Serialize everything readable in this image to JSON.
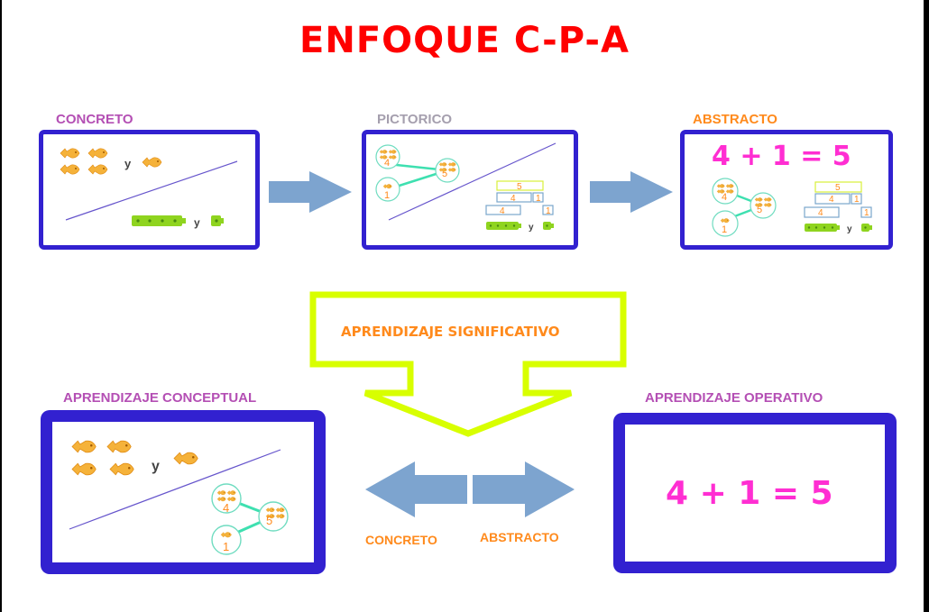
{
  "title": "ENFOQUE C-P-A",
  "stages": [
    {
      "label": "CONCRETO",
      "and_word": "y"
    },
    {
      "label": "PICTORICO",
      "and_word": "y",
      "bar_values": [
        "5",
        "4",
        "1",
        "4",
        "1"
      ],
      "circle_values": [
        "4",
        "5",
        "1"
      ]
    },
    {
      "label": "ABSTRACTO",
      "equation": "4 + 1 = 5",
      "and_word": "y",
      "bar_values": [
        "5",
        "4",
        "1",
        "4",
        "1"
      ],
      "circle_values": [
        "4",
        "5",
        "1"
      ]
    }
  ],
  "center": {
    "label": "APRENDIZAJE SIGNIFICATIVO"
  },
  "conceptual": {
    "label": "APRENDIZAJE CONCEPTUAL",
    "and_word": "y",
    "circle_values": [
      "4",
      "5",
      "1"
    ]
  },
  "operativo": {
    "label": "APRENDIZAJE OPERATIVO",
    "equation": "4 + 1 = 5"
  },
  "double_arrow": {
    "left_label": "CONCRETO",
    "right_label": "ABSTRACTO"
  },
  "colors": {
    "title": "#ff0000",
    "box_border": "#3221d0",
    "arrow": "#7da4cf",
    "equation": "#ff2ed2",
    "highlight": "#d8ff00",
    "orange": "#ff8a1c",
    "purple": "#b44fb4"
  }
}
